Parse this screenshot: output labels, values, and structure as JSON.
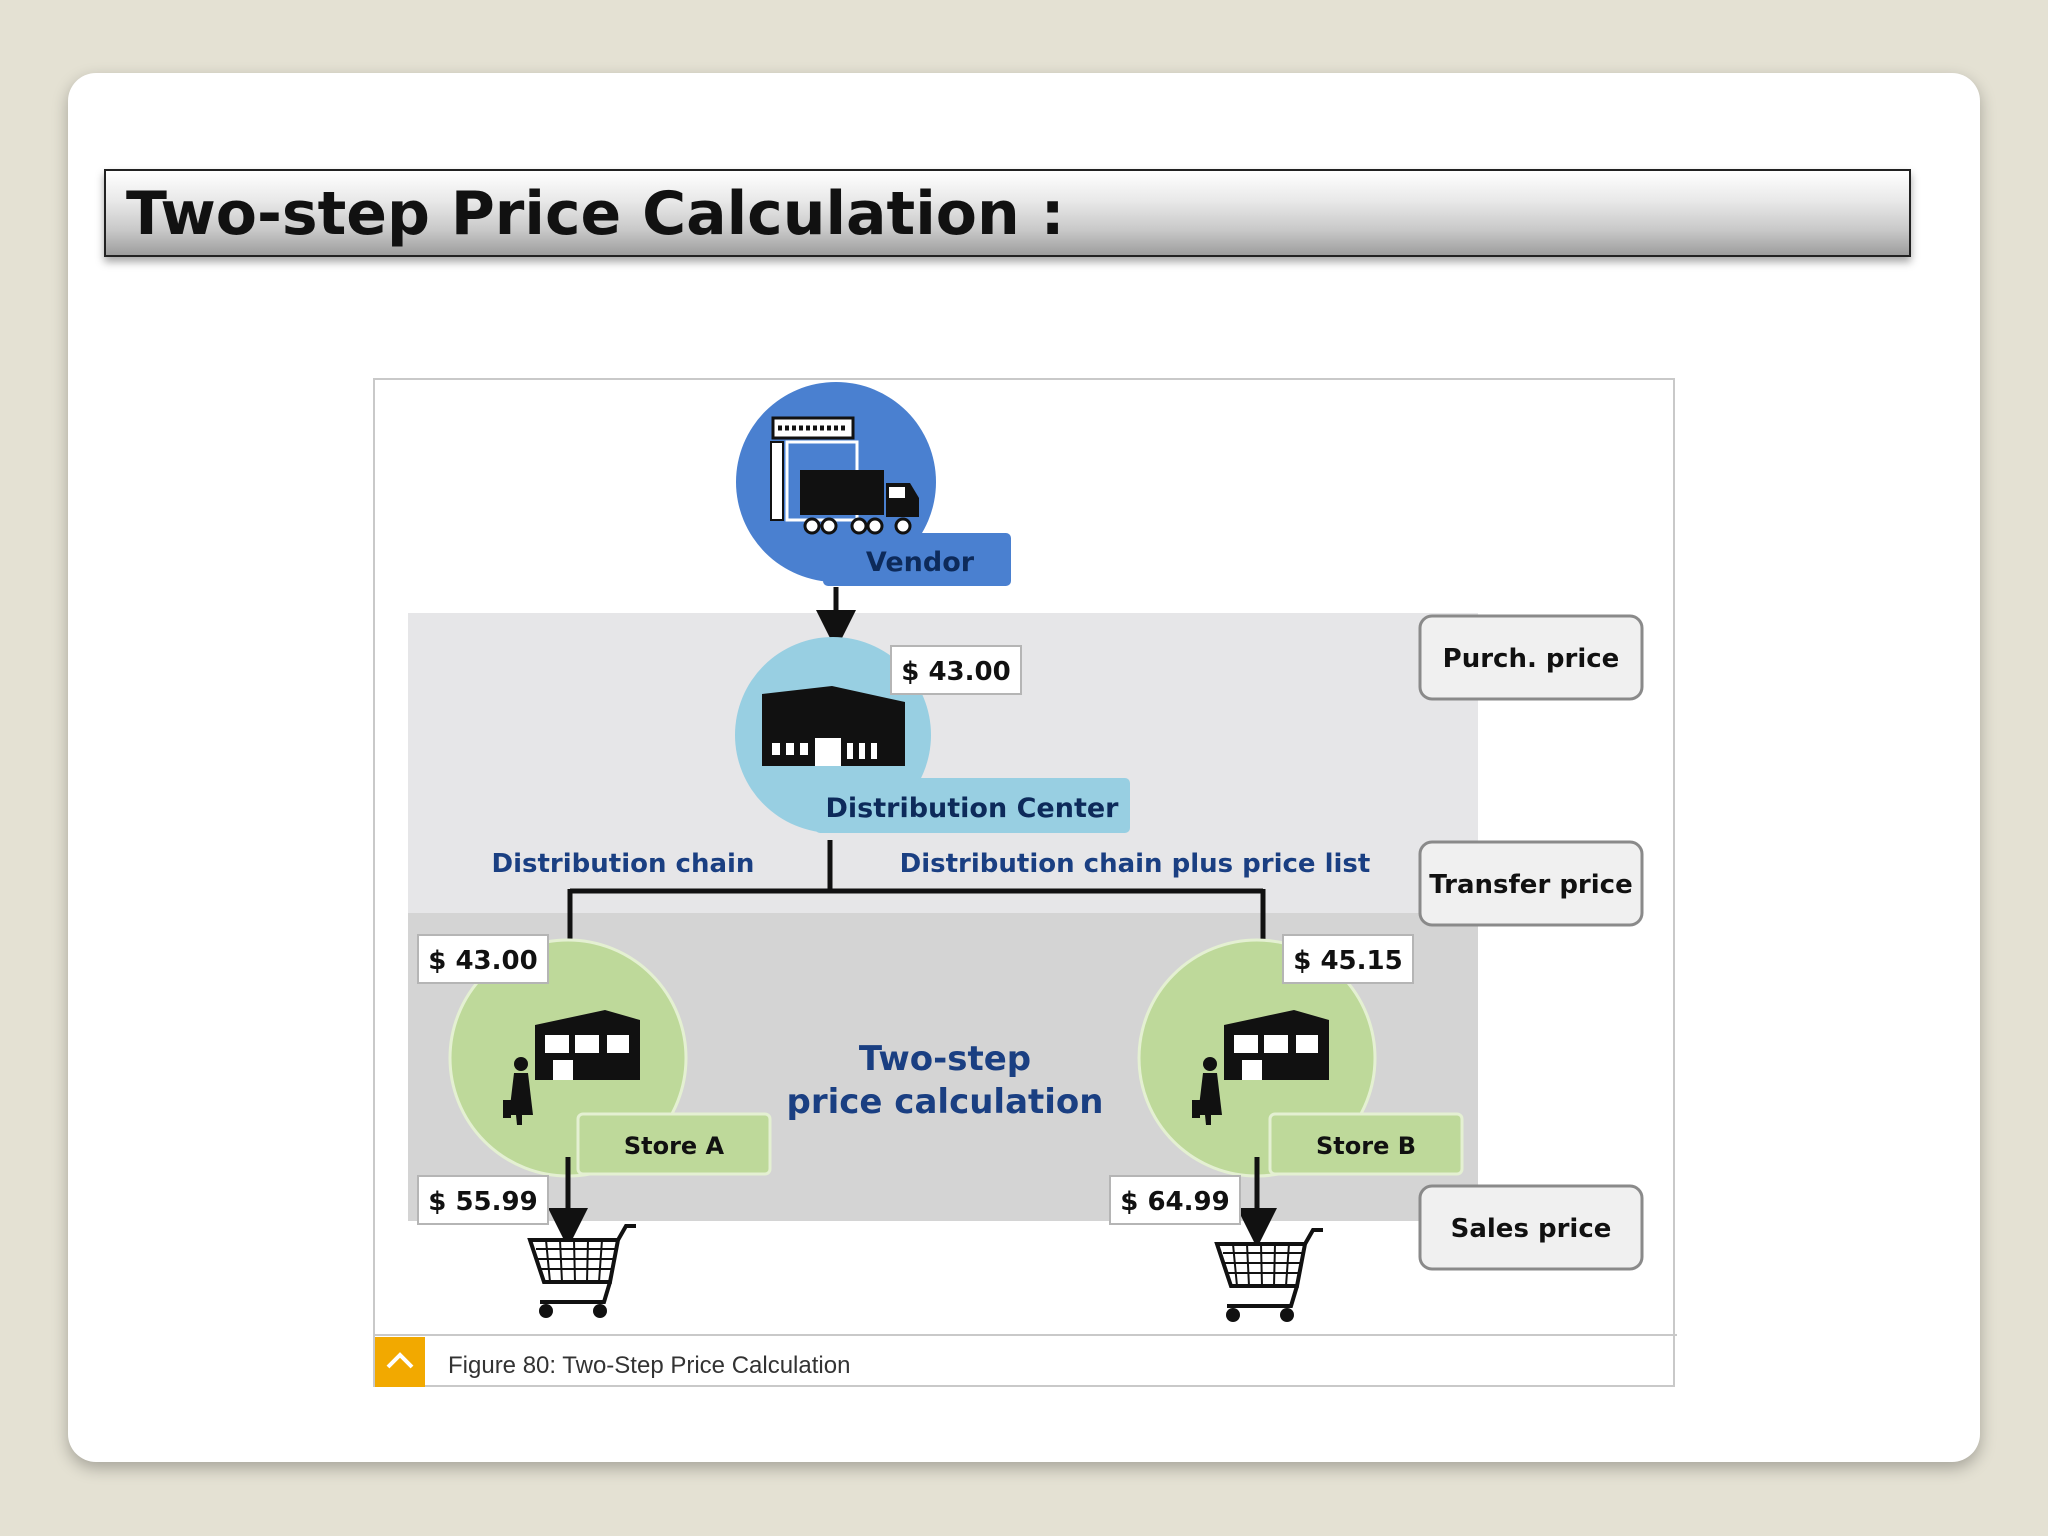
{
  "slide": {
    "title": "Two-step Price Calculation :"
  },
  "diagram": {
    "vendor_label": "Vendor",
    "dc_label": "Distribution Center",
    "dc_price": "$ 43.00",
    "chain_left_label": "Distribution chain",
    "chain_right_label": "Distribution chain plus price list",
    "store_a": {
      "label": "Store A",
      "transfer_price": "$ 43.00",
      "sales_price": "$ 55.99"
    },
    "store_b": {
      "label": "Store B",
      "transfer_price": "$ 45.15",
      "sales_price": "$ 64.99"
    },
    "center_line1": "Two-step",
    "center_line2": "price calculation",
    "legend": {
      "purch": "Purch. price",
      "transfer": "Transfer price",
      "sales": "Sales price"
    },
    "caption": "Figure 80: Two-Step Price Calculation",
    "colors": {
      "vendor_blue": "#4a80d0",
      "dc_blue": "#98cfe2",
      "store_green": "#bed99a",
      "label_blue": "#1a3f82",
      "caption_orange": "#f2a900"
    },
    "icons": [
      "warehouse-truck-icon",
      "factory-icon",
      "store-icon",
      "shopping-cart-icon",
      "chevron-up-icon"
    ]
  }
}
